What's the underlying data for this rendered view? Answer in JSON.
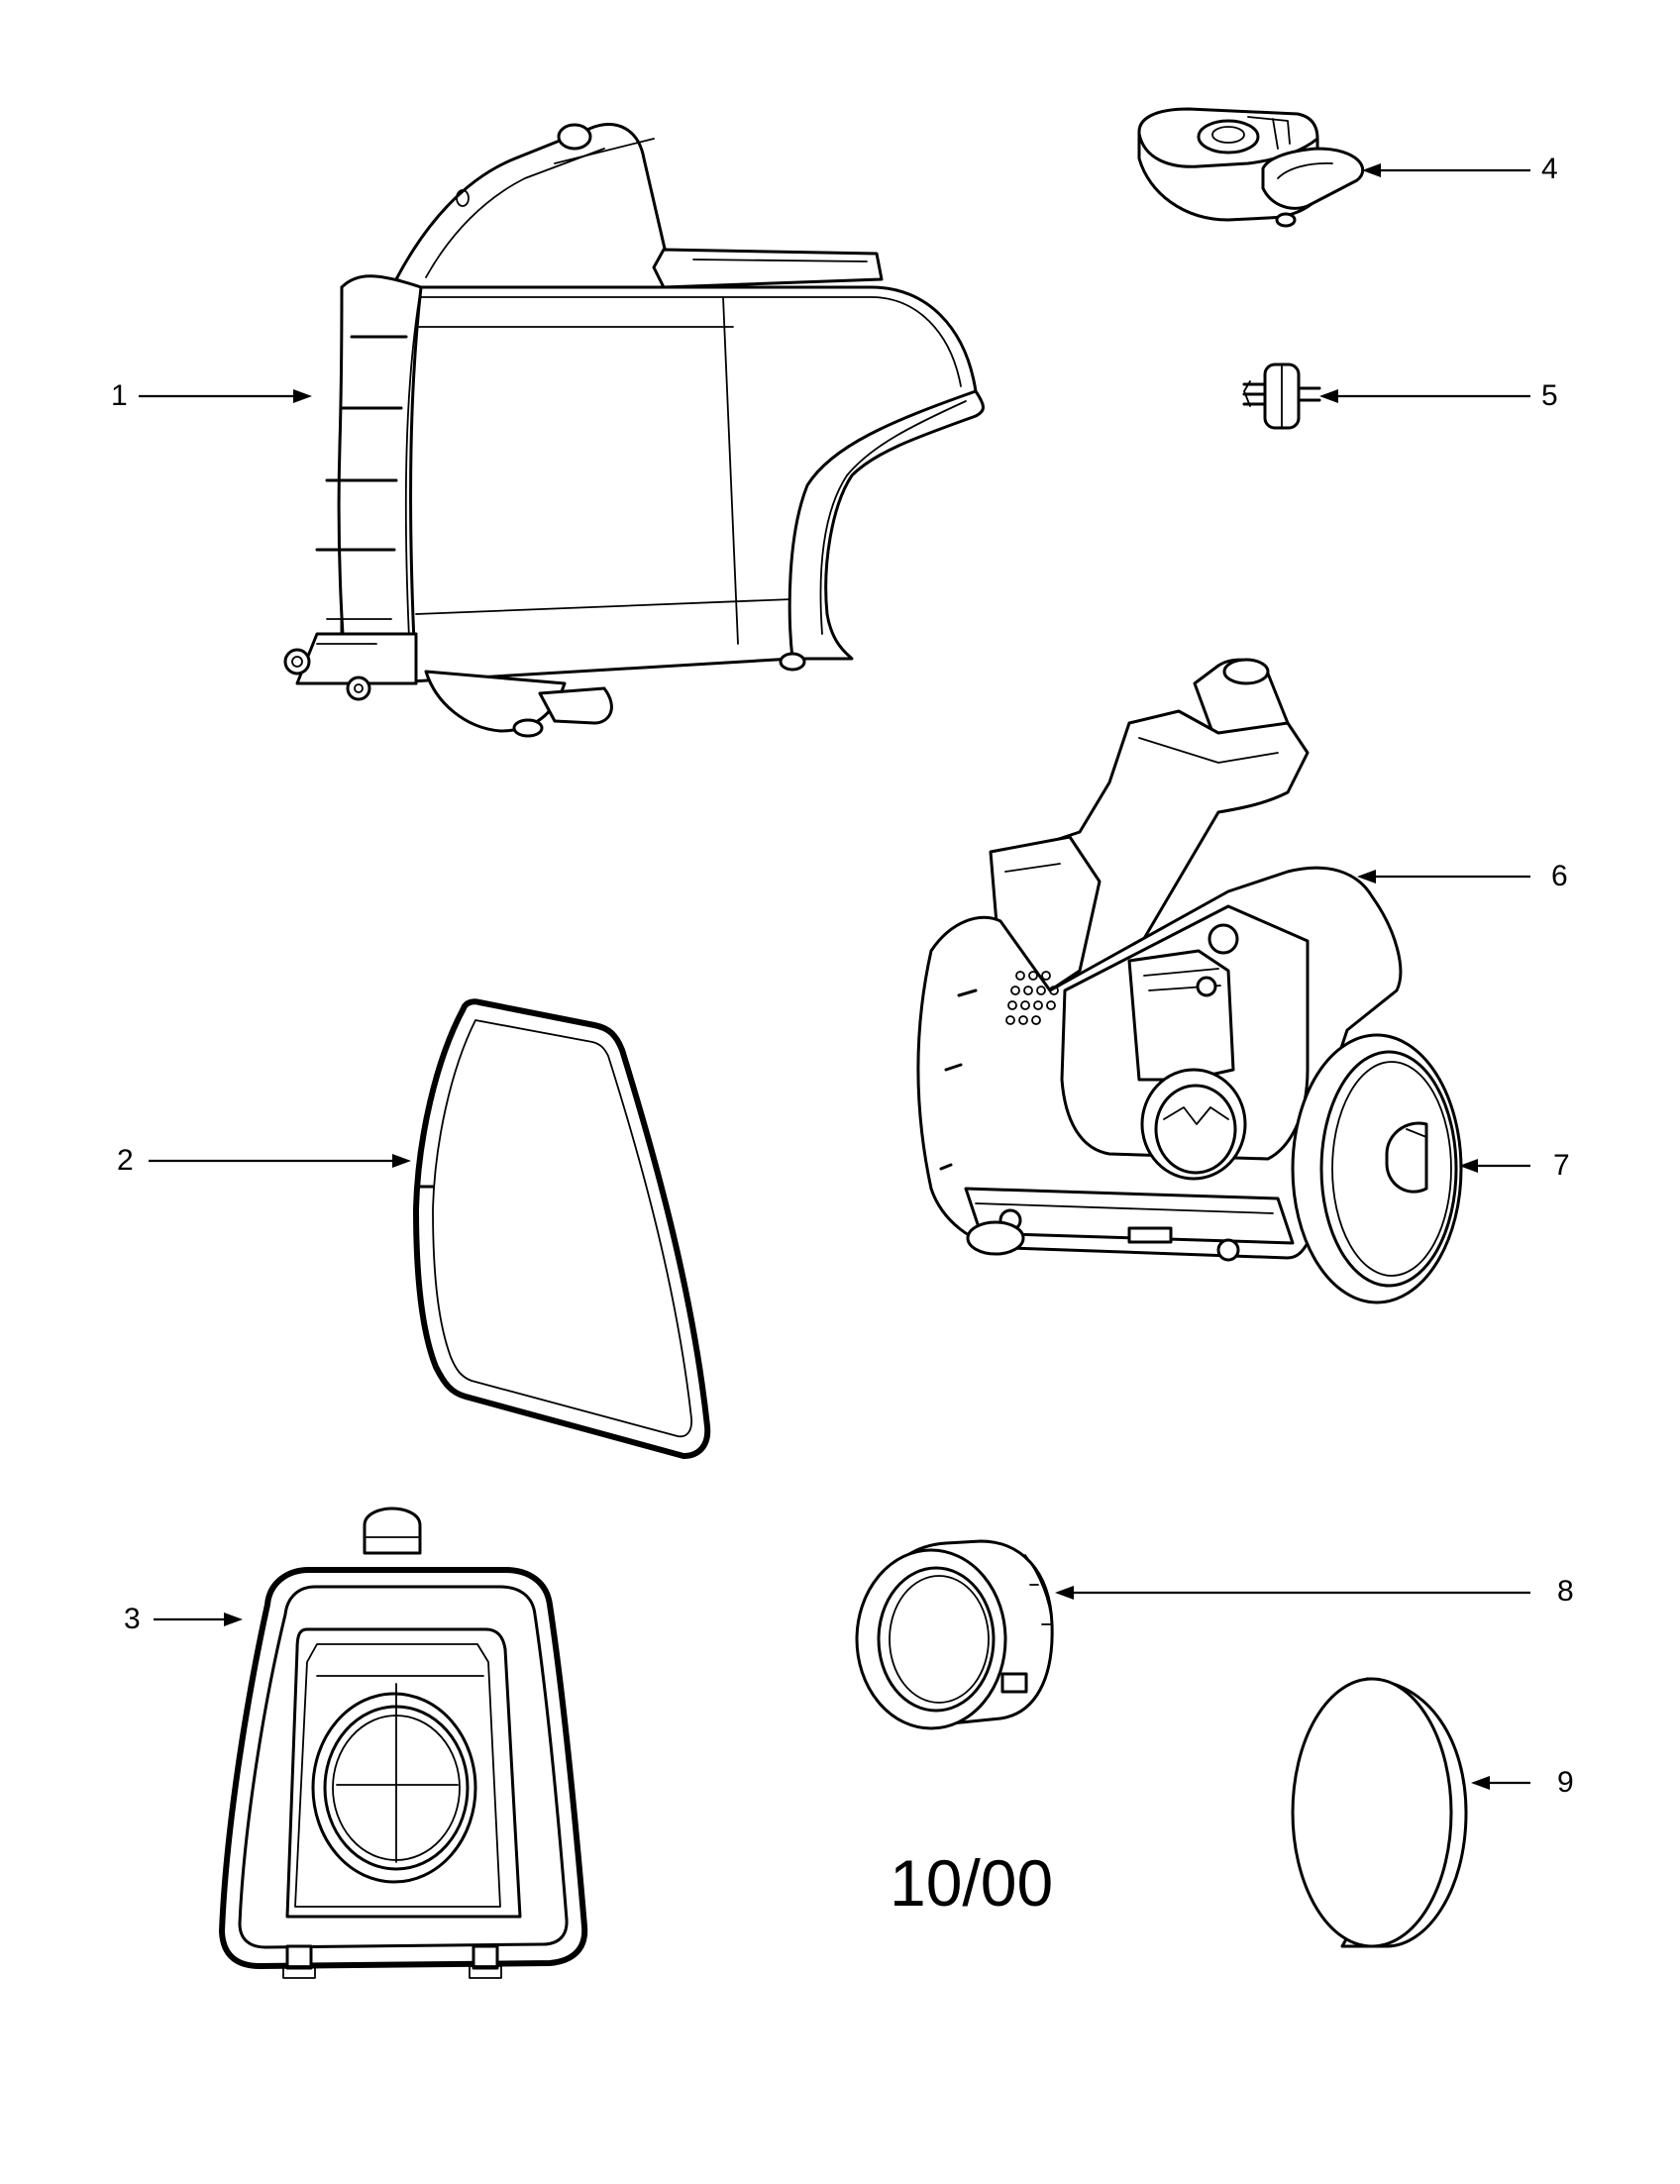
{
  "diagram": {
    "date_code": "10/00",
    "callouts": [
      {
        "id": "1",
        "label": "1"
      },
      {
        "id": "2",
        "label": "2"
      },
      {
        "id": "3",
        "label": "3"
      },
      {
        "id": "4",
        "label": "4"
      },
      {
        "id": "5",
        "label": "5"
      },
      {
        "id": "6",
        "label": "6"
      },
      {
        "id": "7",
        "label": "7"
      },
      {
        "id": "8",
        "label": "8"
      },
      {
        "id": "9",
        "label": "9"
      }
    ],
    "parts": [
      {
        "id": "1",
        "icon": "canister-body-drawing"
      },
      {
        "id": "2",
        "icon": "gasket-drawing"
      },
      {
        "id": "3",
        "icon": "dirt-cup-lid-drawing"
      },
      {
        "id": "4",
        "icon": "handle-cup-drawing"
      },
      {
        "id": "5",
        "icon": "connector-drawing"
      },
      {
        "id": "6",
        "icon": "base-housing-drawing"
      },
      {
        "id": "7",
        "icon": "wheel-drawing"
      },
      {
        "id": "8",
        "icon": "filter-housing-drawing"
      },
      {
        "id": "9",
        "icon": "filter-disc-drawing"
      }
    ]
  }
}
